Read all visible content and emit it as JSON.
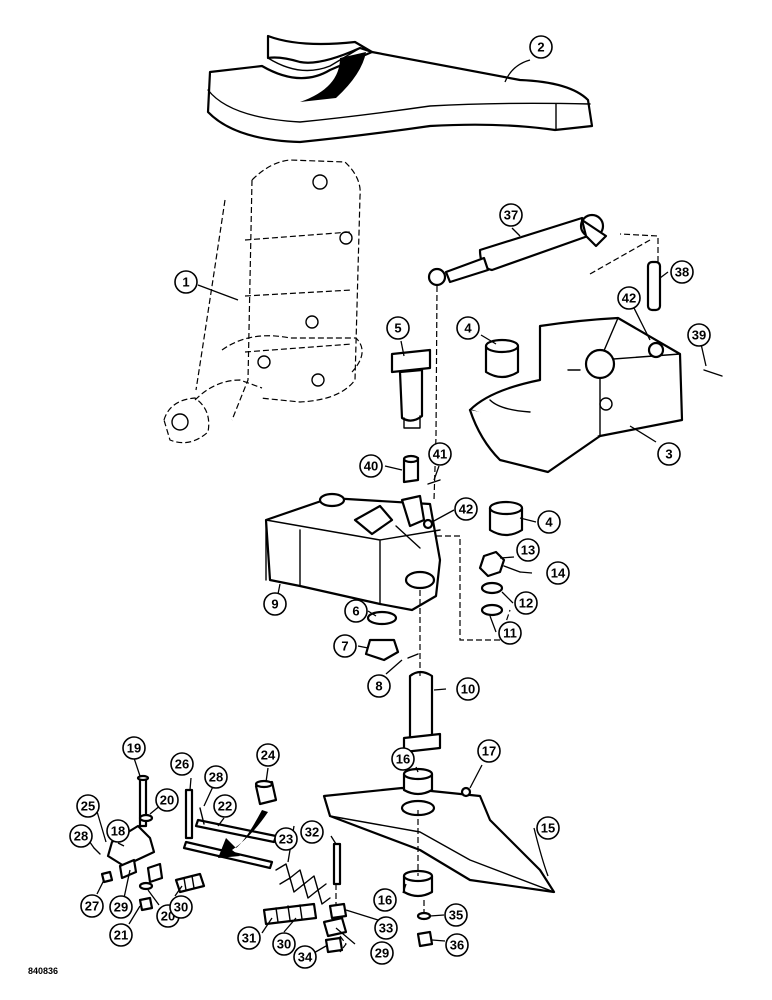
{
  "drawing_id": "840836",
  "callouts": {
    "c1": "1",
    "c2": "2",
    "c3": "3",
    "c4a": "4",
    "c4b": "4",
    "c5": "5",
    "c6": "6",
    "c7": "7",
    "c8": "8",
    "c9": "9",
    "c10": "10",
    "c11": "11",
    "c12": "12",
    "c13": "13",
    "c14": "14",
    "c15": "15",
    "c16a": "16",
    "c16b": "16",
    "c17": "17",
    "c18": "18",
    "c19": "19",
    "c20a": "20",
    "c20b": "20",
    "c21": "21",
    "c22": "22",
    "c23": "23",
    "c24": "24",
    "c25": "25",
    "c26": "26",
    "c27": "27",
    "c28a": "28",
    "c28b": "28",
    "c29a": "29",
    "c29b": "29",
    "c30a": "30",
    "c30b": "30",
    "c31": "31",
    "c32": "32",
    "c33": "33",
    "c34": "34",
    "c35": "35",
    "c36": "36",
    "c37": "37",
    "c38": "38",
    "c39": "39",
    "c40": "40",
    "c41": "41",
    "c42a": "42",
    "c42b": "42"
  }
}
